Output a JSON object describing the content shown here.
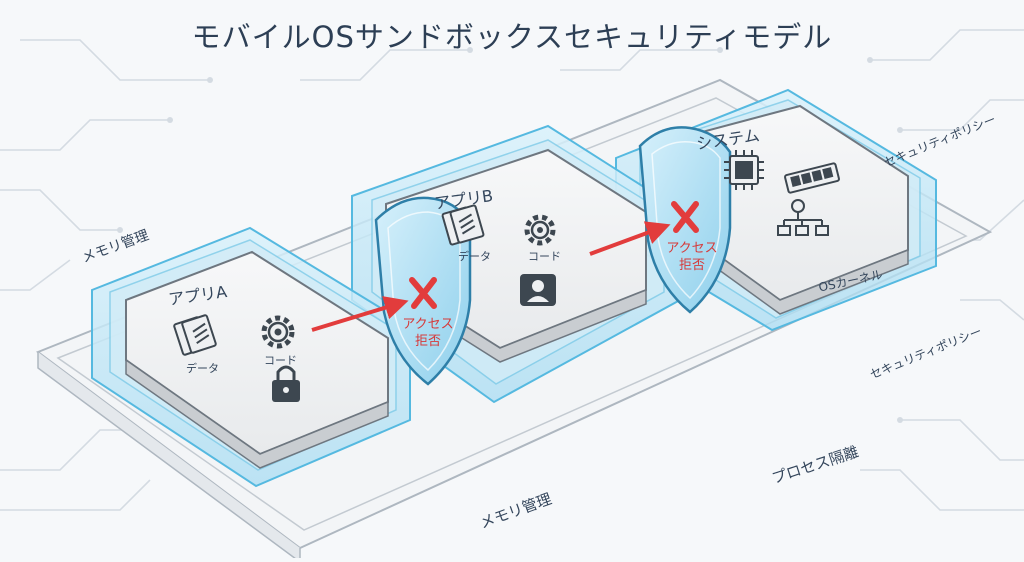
{
  "title": "モバイルOSサンドボックスセキュリティモデル",
  "apps": [
    {
      "name": "アプリA",
      "data_label": "データ",
      "code_label": "コード"
    },
    {
      "name": "アプリB",
      "data_label": "データ",
      "code_label": "コード"
    }
  ],
  "system": {
    "name": "システム",
    "kernel_label": "OSカーネル"
  },
  "access_denied": [
    "アクセス",
    "拒否"
  ],
  "labels": {
    "memory_mgmt_left": "メモリ管理",
    "memory_mgmt_bottom": "メモリ管理",
    "security_policy_top": "セキュリティポリシー",
    "security_policy_mid": "セキュリティポリシー",
    "process_isolation": "プロセス隔離"
  },
  "colors": {
    "container_fill": "#bfe6f6",
    "container_stroke": "#55b9e0",
    "card_fill": "#f1f2f3",
    "deny_red": "#e23c3c",
    "text": "#2d3f55"
  },
  "icons": [
    "document-icon",
    "gear-icon",
    "lock-icon",
    "user-icon",
    "chip-icon",
    "memory-icon",
    "network-icon",
    "shield-icon",
    "x-mark-icon",
    "arrow-icon"
  ]
}
